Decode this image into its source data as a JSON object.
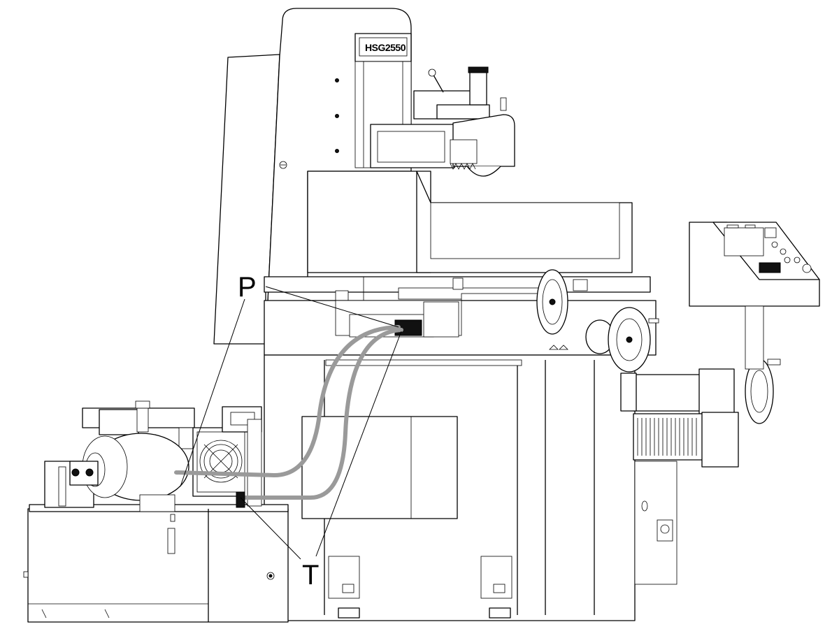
{
  "figure": {
    "model_plate": "HSG2550",
    "callouts": [
      {
        "id": "pressure",
        "text": "P"
      },
      {
        "id": "tank",
        "text": "T"
      }
    ]
  },
  "colors": {
    "line": "#000000",
    "hose": "#9a9a9a",
    "background": "#ffffff"
  }
}
